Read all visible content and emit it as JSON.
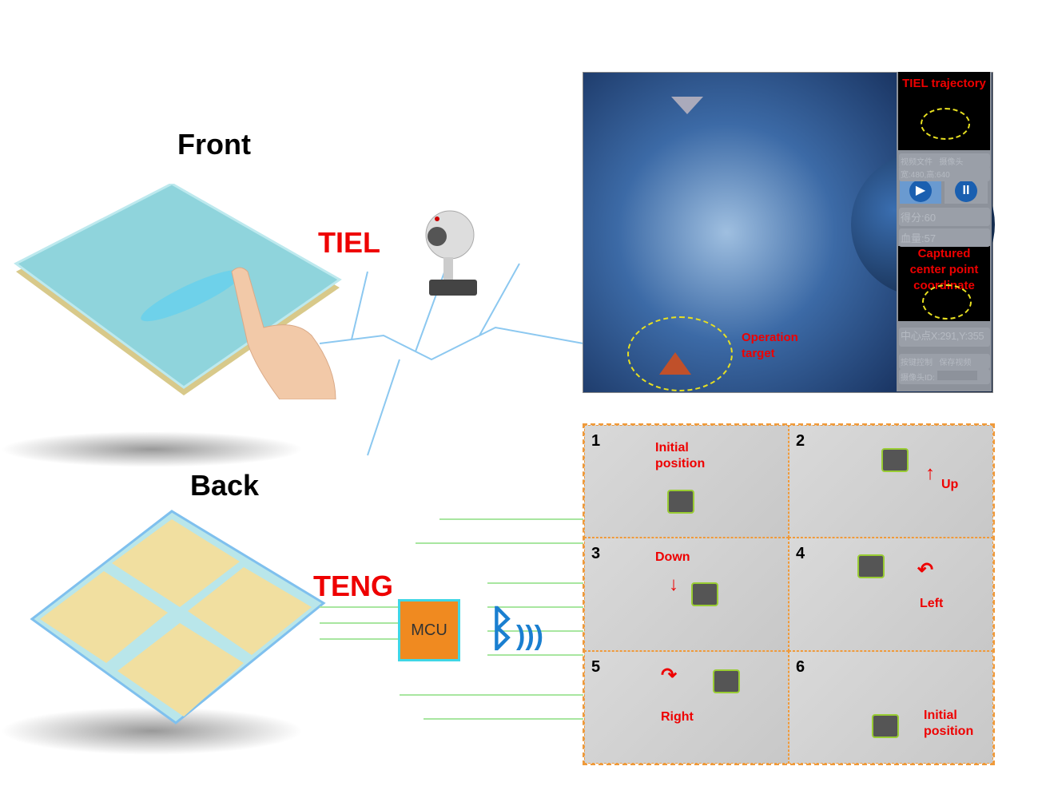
{
  "labels": {
    "front": "Front",
    "back": "Back",
    "tiel": "TIEL",
    "teng": "TENG",
    "mcu": "MCU"
  },
  "game": {
    "tiel_trajectory": "TIEL trajectory",
    "captured": "Captured center point coordinate",
    "operation_target": "Operation target",
    "radio_video": "视频文件",
    "radio_camera": "摄像头",
    "resolution": "宽:480,高:640",
    "score": "得分:60",
    "health": "血量:57",
    "center_point": "中心点X:291,Y:355",
    "key_control": "按键控制",
    "save_video": "保存视频",
    "camera_id": "摄像头ID:"
  },
  "panels": [
    {
      "num": "1",
      "text": "Initial position"
    },
    {
      "num": "2",
      "text": "Up"
    },
    {
      "num": "3",
      "text": "Down"
    },
    {
      "num": "4",
      "text": "Left"
    },
    {
      "num": "5",
      "text": "Right"
    },
    {
      "num": "6",
      "text": "Initial position"
    }
  ],
  "colors": {
    "accent_red": "#e00000",
    "panel_border": "#f09a3a",
    "mcu": "#f08a20"
  }
}
